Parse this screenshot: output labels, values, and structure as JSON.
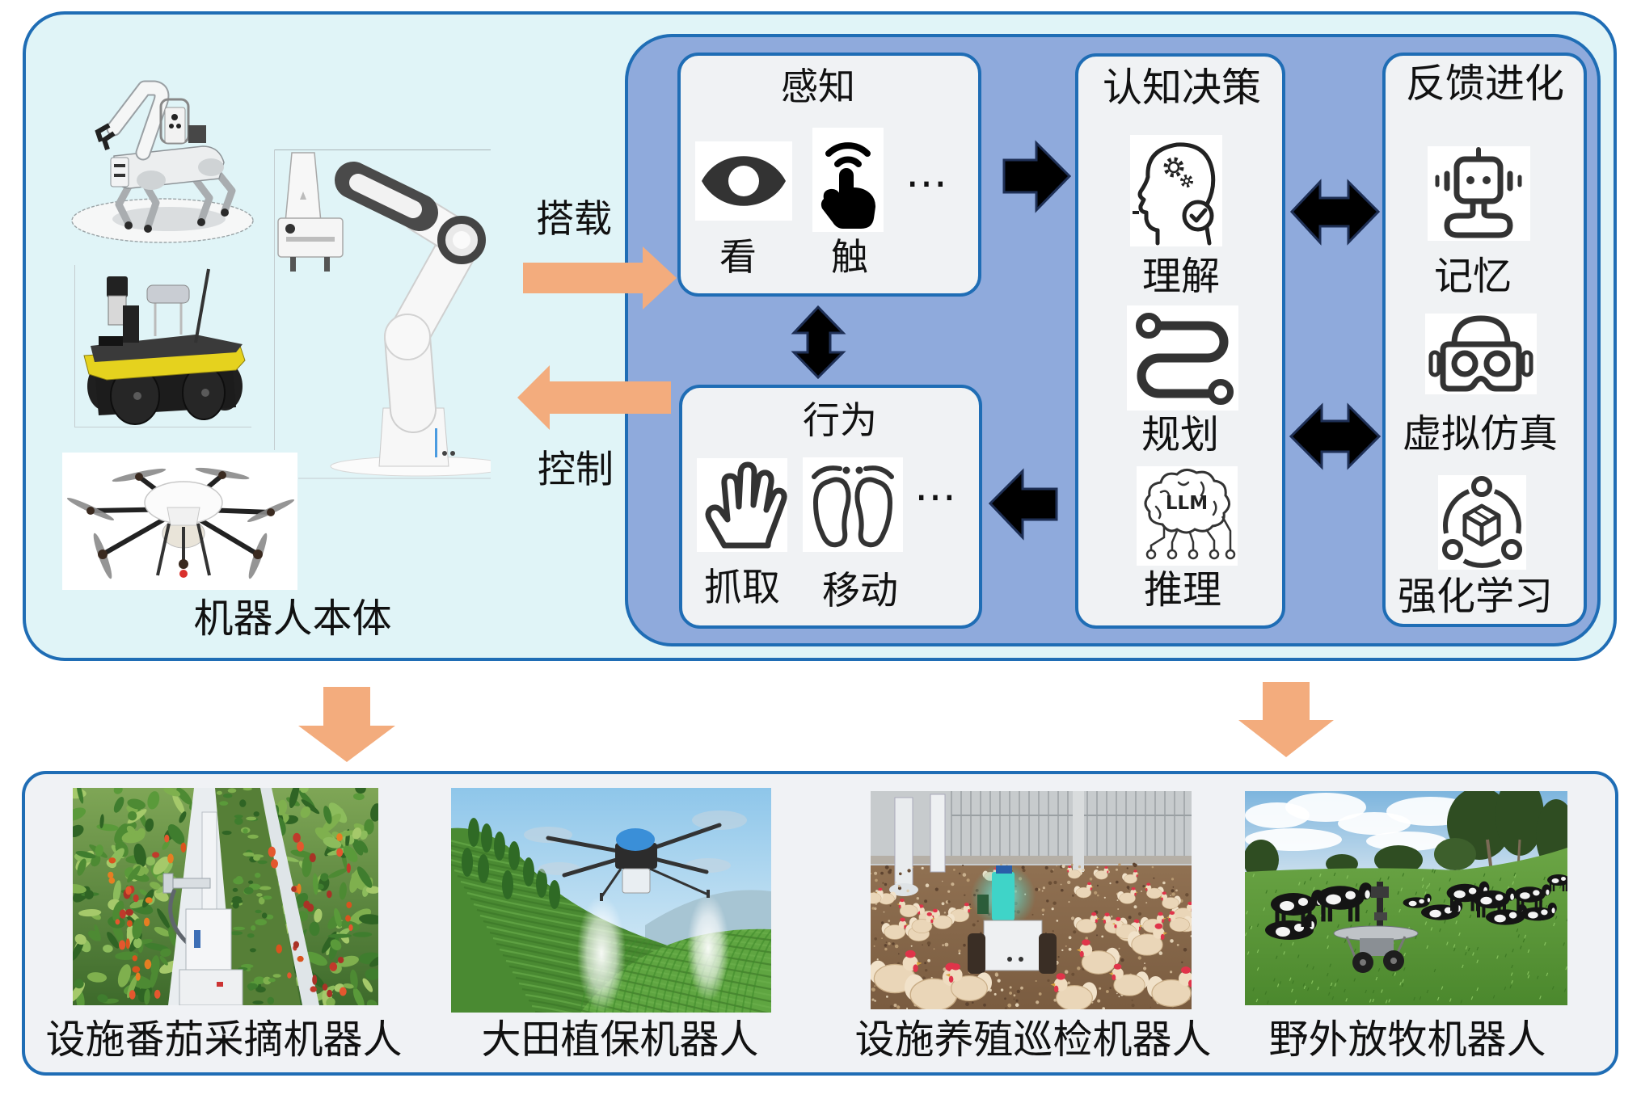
{
  "colors": {
    "outer_panel_bg": "#e0f4f7",
    "core_panel_bg": "#8faadc",
    "border": "#1f6db5",
    "module_bg": "#f0f2f4",
    "flow_arrow": "#f3ac7d",
    "link_arrow": "#000000",
    "link_arrow_outline": "#1e2f55"
  },
  "robot_body": {
    "label": "机器人本体",
    "images": [
      "quadruped-robot-with-arm-image",
      "robotic-arm-image",
      "wheeled-rover-image",
      "agricultural-drone-image"
    ]
  },
  "connectors": {
    "mount_label": "搭载",
    "control_label": "控制"
  },
  "modules": {
    "perception": {
      "title": "感知",
      "items": [
        {
          "label": "看",
          "icon": "eye-icon"
        },
        {
          "label": "触",
          "icon": "touch-icon"
        }
      ],
      "more": "…"
    },
    "behavior": {
      "title": "行为",
      "items": [
        {
          "label": "抓取",
          "icon": "hand-icon"
        },
        {
          "label": "移动",
          "icon": "footprints-icon"
        }
      ],
      "more": "…"
    },
    "cognition": {
      "title": "认知决策",
      "items": [
        {
          "label": "理解",
          "icon": "head-gears-icon"
        },
        {
          "label": "规划",
          "icon": "route-icon"
        },
        {
          "label": "推理",
          "icon": "llm-brain-icon",
          "icon_text": "LLM"
        }
      ]
    },
    "feedback": {
      "title": "反馈进化",
      "items": [
        {
          "label": "记忆",
          "icon": "robot-icon"
        },
        {
          "label": "虚拟仿真",
          "icon": "vr-headset-icon"
        },
        {
          "label": "强化学习",
          "icon": "reinforcement-learning-icon"
        }
      ]
    }
  },
  "applications": [
    {
      "label": "设施番茄采摘机器人",
      "image": "tomato-harvesting-robot-photo"
    },
    {
      "label": "大田植保机器人",
      "image": "crop-protection-drone-photo"
    },
    {
      "label": "设施养殖巡检机器人",
      "image": "poultry-inspection-robot-photo"
    },
    {
      "label": "野外放牧机器人",
      "image": "grazing-robot-photo"
    }
  ]
}
